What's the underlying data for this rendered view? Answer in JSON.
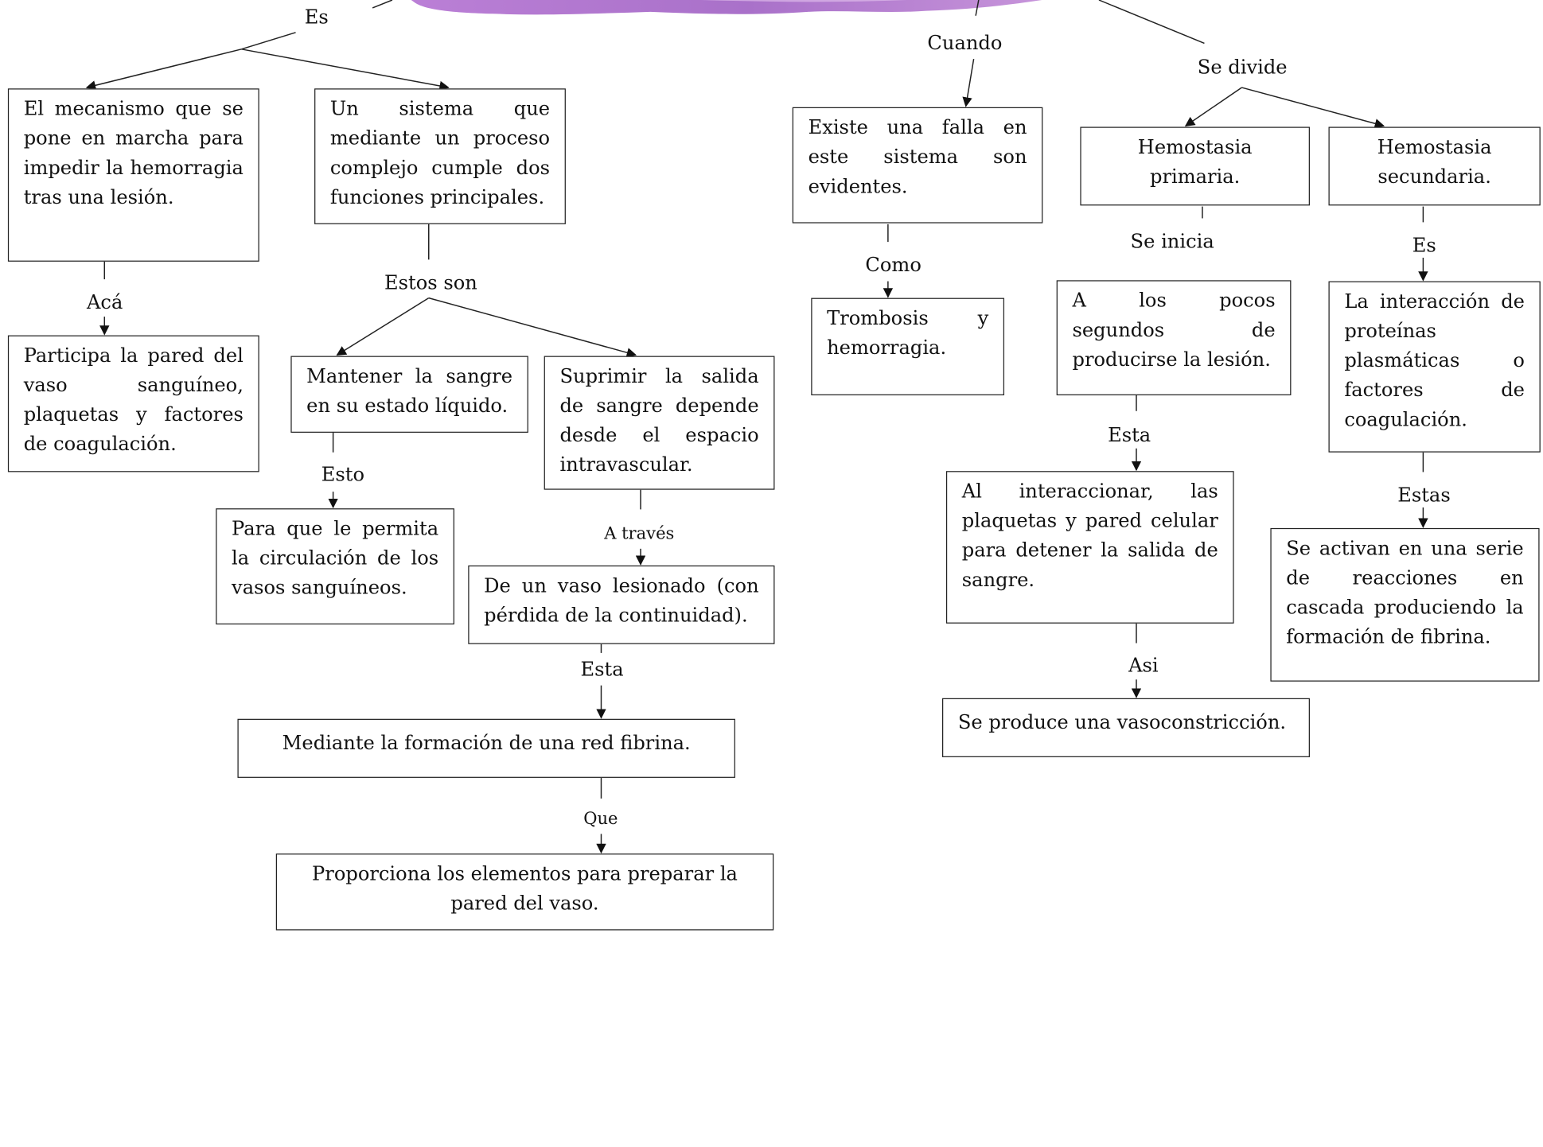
{
  "colors": {
    "accent": "#a05cc2",
    "line": "#222222"
  },
  "left": {
    "link_es": "Es",
    "def1": "El mecanismo que se pone en marcha para impedir la hemorragia tras una lesión.",
    "link_aca": "Acá",
    "participa": "Participa la pared del vaso sanguíneo, plaquetas y factores de coagulación.",
    "def2": "Un sistema que mediante un proceso complejo cumple dos funciones principales.",
    "link_estos_son": "Estos son",
    "mantener": "Mantener la sangre en su estado líquido.",
    "link_esto": "Esto",
    "circulacion": "Para que le permita la circulación de los vasos sanguíneos.",
    "suprimir": "Suprimir la salida de sangre depende desde el espacio intravascular.",
    "link_a_traves": "A través",
    "vaso_lesionado": "De un vaso lesionado (con pérdida de la continuidad).",
    "link_esta": "Esta",
    "red_fibrina": "Mediante la formación de una red fibrina.",
    "link_que": "Que",
    "proporciona": "Proporciona los elementos para preparar la pared del vaso."
  },
  "right": {
    "link_cuando": "Cuando",
    "falla": "Existe una falla en este sistema son evidentes.",
    "link_como": "Como",
    "trombosis": "Trombosis y hemorragia.",
    "link_se_divide": "Se divide",
    "primaria": "Hemostasia primaria.",
    "secundaria": "Hemostasia secundaria.",
    "link_se_inicia": "Se inicia",
    "pocos_segundos": "A los pocos segundos de producirse la lesión.",
    "link_esta": "Esta",
    "interaccionar": "Al interaccionar, las plaquetas y pared celular para detener la salida de sangre.",
    "link_asi": "Asi",
    "vasoconstriccion": "Se produce una vasoconstricción.",
    "link_es": "Es",
    "interaccion_proteinas": "La interacción de proteínas plasmáticas o factores de coagulación.",
    "link_estas": "Estas",
    "cascada": "Se activan en una serie de reacciones en cascada produciendo la formación de fibrina."
  }
}
